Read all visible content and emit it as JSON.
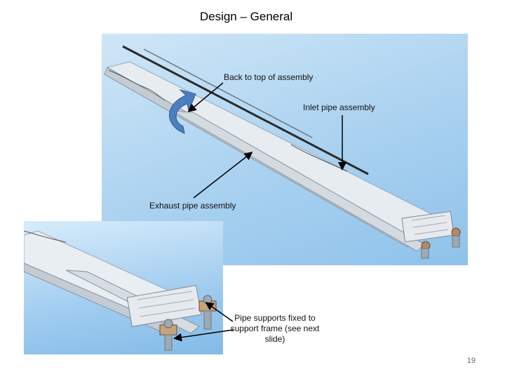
{
  "slide": {
    "title": "Design – General",
    "page_number": "19"
  },
  "callouts": {
    "back_to_top": "Back to top of assembly",
    "inlet_pipe": "Inlet pipe assembly",
    "exhaust_pipe": "Exhaust pipe assembly",
    "pipe_supports": "Pipe supports fixed to support frame (see next slide)"
  },
  "colors": {
    "background_sky": "#a9d1f0",
    "frame_metal": "#dfe5ea",
    "rotate_arrow": "#4a7fc1",
    "support_bracket": "#c9a27a"
  }
}
